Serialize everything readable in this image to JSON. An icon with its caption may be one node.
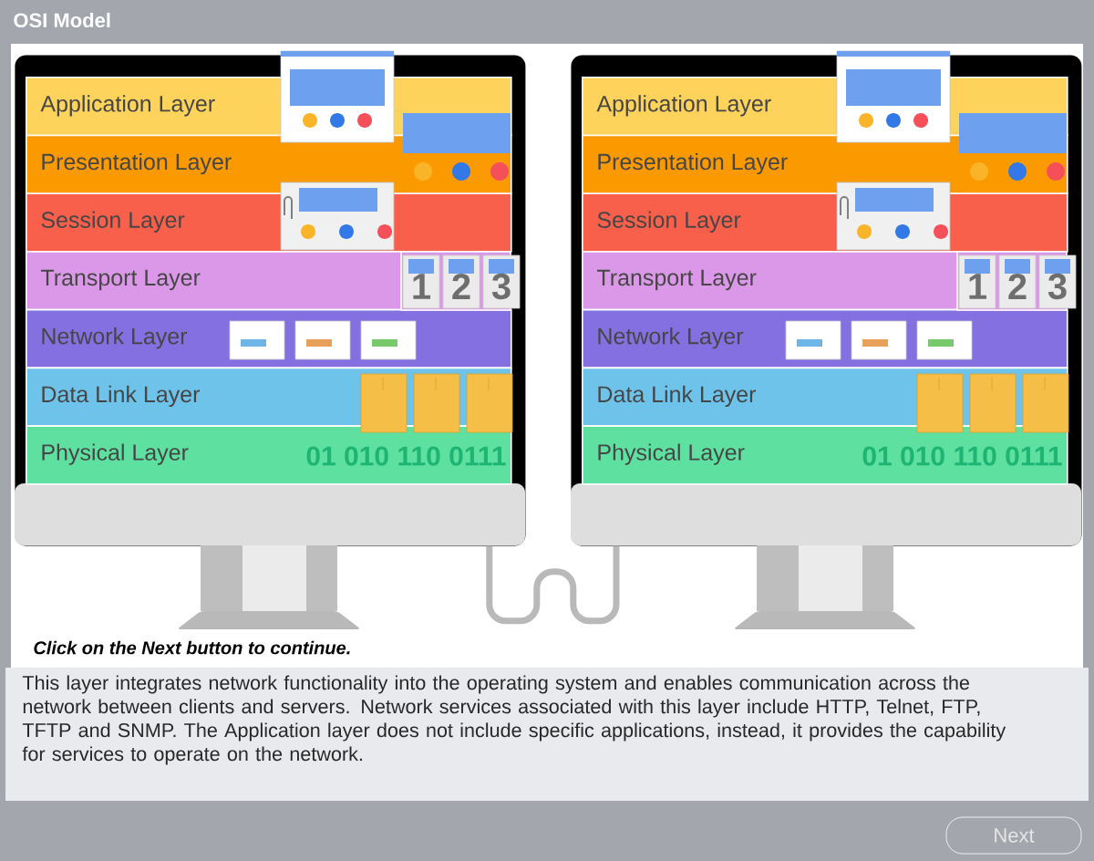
{
  "diagram": {
    "title": "OSI Model",
    "nodes": [
      {
        "text": [],
        "shape": "picture"
      },
      {
        "text": [
          "Application Layer"
        ],
        "in": 0
      },
      {
        "text": [
          "Presentation Layer"
        ],
        "in": 0
      },
      {
        "text": [
          "Session Layer"
        ],
        "in": 0
      },
      {
        "text": [
          "Transport Layer"
        ],
        "in": 0
      },
      {
        "text": [
          "Network Layer"
        ],
        "in": 0
      },
      {
        "text": [
          "Data Link Layer"
        ],
        "in": 0
      },
      {
        "text": [
          "Physical Layer"
        ],
        "in": 0
      },
      {
        "text": [],
        "shape": "picture"
      },
      {
        "text": [
          "Application Layer"
        ],
        "in": 8
      },
      {
        "text": [
          "Presentation Layer"
        ],
        "in": 8
      },
      {
        "text": [
          "Session Layer"
        ],
        "in": 8
      },
      {
        "text": [
          "Transport Layer"
        ],
        "in": 8
      },
      {
        "text": [
          "Network Layer"
        ],
        "in": 8
      },
      {
        "text": [
          "Data Link Layer"
        ],
        "in": 8
      },
      {
        "text": [
          "Physical Layer"
        ],
        "in": 8
      }
    ],
    "edges": [
      {
        "from": 0,
        "to": 8,
        "arrow": "none"
      }
    ],
    "labels": [
      "1",
      "2",
      "3",
      "01 010 110 0111",
      "1",
      "2",
      "3",
      "01 010 110 0111",
      "Click on the Next button to continue.",
      "This layer integrates network functionality into the operating system and enables communication across the network between clients and servers. Network services associated with this layer include HTTP, Telnet, FTP, TFTP and SNMP. The Application layer does not include specific applications, instead, it provides the capability for services to operate on the network.",
      "Next"
    ]
  }
}
